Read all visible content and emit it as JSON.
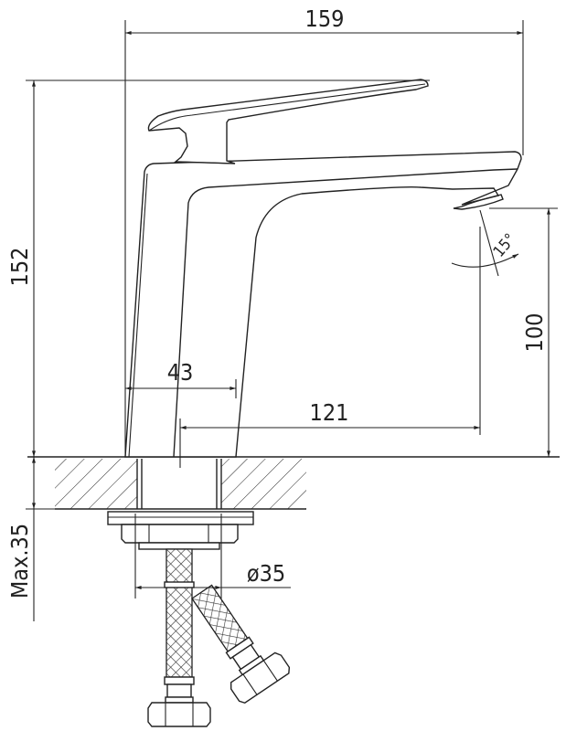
{
  "title": "Basin faucet dimension drawing",
  "dimensions": {
    "overall_width": "159",
    "overall_height": "152",
    "spout_height": "100",
    "body_width": "43",
    "spout_reach": "121",
    "spout_angle": "15°",
    "mount_diameter": "ø35",
    "max_counter_thickness": "Max.35"
  },
  "colors": {
    "line": "#222222",
    "background": "#ffffff"
  }
}
